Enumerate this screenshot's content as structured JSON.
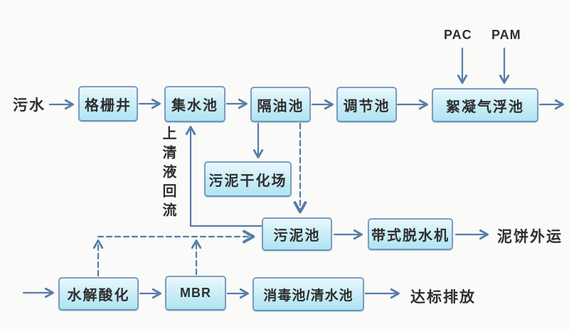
{
  "diagram": {
    "description": "Wastewater treatment process flow diagram",
    "colors": {
      "background": "#fafaf8",
      "box_border": "#7c9cc4",
      "box_fill_top": "#eaf8fc",
      "box_fill_bottom": "#b0e4f2",
      "line": "#567da8",
      "text": "#2f2f2f"
    },
    "nodes": [
      {
        "id": "grid-well",
        "label": "格栅井"
      },
      {
        "id": "collecting-tank",
        "label": "集水池"
      },
      {
        "id": "oil-separation-tank",
        "label": "隔油池"
      },
      {
        "id": "regulating-tank",
        "label": "调节池"
      },
      {
        "id": "flocculation-air-flotation-tank",
        "label": "絮凝气浮池"
      },
      {
        "id": "sludge-drying-field",
        "label": "污泥干化场"
      },
      {
        "id": "sludge-tank",
        "label": "污泥池"
      },
      {
        "id": "belt-dewatering-machine",
        "label": "带式脱水机"
      },
      {
        "id": "hydrolysis-acidification",
        "label": "水解酸化"
      },
      {
        "id": "mbr",
        "label": "MBR"
      },
      {
        "id": "disinfection-clear-water-tank",
        "label": "消毒池/清水池"
      }
    ],
    "labels": {
      "influent": "污水",
      "pac": "PAC",
      "pam": "PAM",
      "supernatant_reflux": "上清液回流",
      "sludge_cake_out": "泥饼外运",
      "discharge": "达标排放"
    },
    "edges": [
      {
        "from": "污水",
        "to": "格栅井",
        "style": "solid"
      },
      {
        "from": "格栅井",
        "to": "集水池",
        "style": "solid"
      },
      {
        "from": "集水池",
        "to": "隔油池",
        "style": "solid"
      },
      {
        "from": "隔油池",
        "to": "调节池",
        "style": "solid"
      },
      {
        "from": "调节池",
        "to": "絮凝气浮池",
        "style": "solid"
      },
      {
        "from": "絮凝气浮池",
        "to": "(出水)",
        "style": "solid"
      },
      {
        "from": "PAC",
        "to": "絮凝气浮池",
        "style": "solid"
      },
      {
        "from": "PAM",
        "to": "絮凝气浮池",
        "style": "solid"
      },
      {
        "from": "隔油池",
        "to": "污泥干化场",
        "style": "solid"
      },
      {
        "from": "隔油池",
        "to": "污泥池",
        "style": "dashed"
      },
      {
        "from": "污泥池",
        "to": "集水池",
        "style": "solid",
        "note": "上清液回流"
      },
      {
        "from": "污泥池",
        "to": "带式脱水机",
        "style": "solid"
      },
      {
        "from": "带式脱水机",
        "to": "泥饼外运",
        "style": "solid"
      },
      {
        "from": "(进水)",
        "to": "水解酸化",
        "style": "solid"
      },
      {
        "from": "水解酸化",
        "to": "MBR",
        "style": "solid"
      },
      {
        "from": "MBR",
        "to": "消毒池/清水池",
        "style": "solid"
      },
      {
        "from": "消毒池/清水池",
        "to": "达标排放",
        "style": "solid"
      },
      {
        "from": "水解酸化",
        "to": "污泥池",
        "style": "dashed"
      },
      {
        "from": "MBR",
        "to": "污泥池",
        "style": "dashed"
      }
    ]
  }
}
